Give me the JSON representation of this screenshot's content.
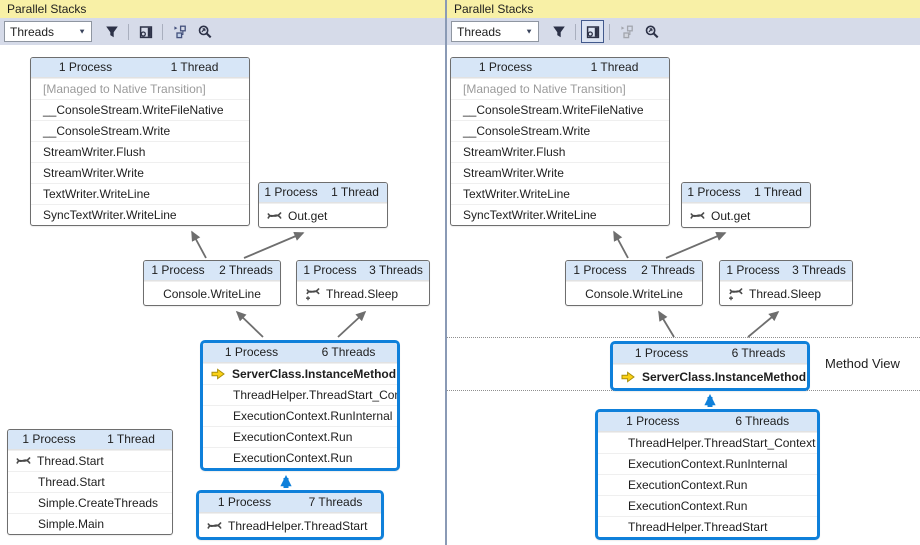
{
  "colors": {
    "highlight_blue": "#0f80da",
    "title_bar_yellow": "#f8f0a6",
    "toolbar_gray_blue": "#d6dbe9",
    "box_header_blue": "#d7e6f7",
    "arrow_gray": "#6e6e6e"
  },
  "panels": [
    {
      "title": "Parallel Stacks",
      "toolbar": {
        "view_combo": {
          "value": "Threads"
        },
        "buttons": [
          {
            "name": "show-only-flagged",
            "icon": "funnel-icon",
            "pressed": false,
            "disabled": false,
            "separator_before": false
          },
          {
            "name": "toggle-method-view",
            "icon": "method-view-icon",
            "pressed": false,
            "disabled": false,
            "separator_before": true
          },
          {
            "name": "auto-scroll-to-current-frame",
            "icon": "auto-scroll-icon",
            "pressed": false,
            "disabled": false,
            "separator_before": true
          },
          {
            "name": "toggle-zoom-control",
            "icon": "magnifier-icon",
            "pressed": false,
            "disabled": false,
            "separator_before": false
          }
        ]
      },
      "boxes": [
        {
          "id": "topStack",
          "header_left": "1 Process",
          "header_right": "1 Thread",
          "highlighted": false,
          "rows": [
            {
              "text": "[Managed to Native Transition]",
              "dim": true
            },
            {
              "text": "__ConsoleStream.WriteFileNative"
            },
            {
              "text": "__ConsoleStream.Write"
            },
            {
              "text": "StreamWriter.Flush"
            },
            {
              "text": "StreamWriter.Write"
            },
            {
              "text": "TextWriter.WriteLine"
            },
            {
              "text": "SyncTextWriter.WriteLine"
            }
          ]
        },
        {
          "id": "outGet",
          "header_left": "1 Process",
          "header_right": "1 Thread",
          "highlighted": false,
          "rows": [
            {
              "text": "Out.get",
              "icon": "thread-icon"
            }
          ]
        },
        {
          "id": "consoleWriteLine",
          "header_left": "1 Process",
          "header_right": "2 Threads",
          "highlighted": false,
          "rows": [
            {
              "text": "Console.WriteLine",
              "center": true
            }
          ]
        },
        {
          "id": "threadSleep",
          "header_left": "1 Process",
          "header_right": "3 Threads",
          "highlighted": false,
          "rows": [
            {
              "text": "Thread.Sleep",
              "icon": "thread-sleep-icon"
            }
          ]
        },
        {
          "id": "serverClass",
          "header_left": "1 Process",
          "header_right": "6 Threads",
          "highlighted": true,
          "rows": [
            {
              "text": "ServerClass.InstanceMethod",
              "icon": "current-frame-icon",
              "bold": true
            },
            {
              "text": "ThreadHelper.ThreadStart_Context",
              "indent": true
            },
            {
              "text": "ExecutionContext.RunInternal",
              "indent": true
            },
            {
              "text": "ExecutionContext.Run",
              "indent": true
            },
            {
              "text": "ExecutionContext.Run",
              "indent": true
            }
          ]
        },
        {
          "id": "mainThread",
          "header_left": "1 Process",
          "header_right": "1 Thread",
          "highlighted": false,
          "rows": [
            {
              "text": "Thread.Start",
              "icon": "thread-icon"
            },
            {
              "text": "Thread.Start",
              "indent": true
            },
            {
              "text": "Simple.CreateThreads",
              "indent": true
            },
            {
              "text": "Simple.Main",
              "indent": true
            }
          ]
        },
        {
          "id": "threadStart",
          "header_left": "1 Process",
          "header_right": "7 Threads",
          "highlighted": true,
          "rows": [
            {
              "text": "ThreadHelper.ThreadStart",
              "icon": "thread-icon"
            }
          ]
        }
      ]
    },
    {
      "title": "Parallel Stacks",
      "method_view_label": "Method View",
      "toolbar": {
        "view_combo": {
          "value": "Threads"
        },
        "buttons": [
          {
            "name": "show-only-flagged",
            "icon": "funnel-icon",
            "pressed": false,
            "disabled": false,
            "separator_before": false
          },
          {
            "name": "toggle-method-view",
            "icon": "method-view-icon",
            "pressed": true,
            "disabled": false,
            "separator_before": true
          },
          {
            "name": "auto-scroll-to-current-frame",
            "icon": "auto-scroll-icon",
            "pressed": false,
            "disabled": true,
            "separator_before": true
          },
          {
            "name": "toggle-zoom-control",
            "icon": "magnifier-icon",
            "pressed": false,
            "disabled": false,
            "separator_before": false
          }
        ]
      },
      "boxes": [
        {
          "id": "topStack",
          "header_left": "1 Process",
          "header_right": "1 Thread",
          "highlighted": false,
          "rows": [
            {
              "text": "[Managed to Native Transition]",
              "dim": true
            },
            {
              "text": "__ConsoleStream.WriteFileNative"
            },
            {
              "text": "__ConsoleStream.Write"
            },
            {
              "text": "StreamWriter.Flush"
            },
            {
              "text": "StreamWriter.Write"
            },
            {
              "text": "TextWriter.WriteLine"
            },
            {
              "text": "SyncTextWriter.WriteLine"
            }
          ]
        },
        {
          "id": "outGet",
          "header_left": "1 Process",
          "header_right": "1 Thread",
          "highlighted": false,
          "rows": [
            {
              "text": "Out.get",
              "icon": "thread-icon"
            }
          ]
        },
        {
          "id": "consoleWriteLine",
          "header_left": "1 Process",
          "header_right": "2 Threads",
          "highlighted": false,
          "rows": [
            {
              "text": "Console.WriteLine",
              "center": true
            }
          ]
        },
        {
          "id": "threadSleep",
          "header_left": "1 Process",
          "header_right": "3 Threads",
          "highlighted": false,
          "rows": [
            {
              "text": "Thread.Sleep",
              "icon": "thread-sleep-icon"
            }
          ]
        },
        {
          "id": "methodBox",
          "header_left": "1 Process",
          "header_right": "6 Threads",
          "highlighted": true,
          "rows": [
            {
              "text": "ServerClass.InstanceMethod",
              "icon": "current-frame-icon",
              "bold": true
            }
          ]
        },
        {
          "id": "bottomStack",
          "header_left": "1 Process",
          "header_right": "6 Threads",
          "highlighted": true,
          "rows": [
            {
              "text": "ThreadHelper.ThreadStart_Context",
              "indent": true
            },
            {
              "text": "ExecutionContext.RunInternal",
              "indent": true
            },
            {
              "text": "ExecutionContext.Run",
              "indent": true
            },
            {
              "text": "ExecutionContext.Run",
              "indent": true
            },
            {
              "text": "ThreadHelper.ThreadStart",
              "indent": true
            }
          ]
        }
      ]
    }
  ]
}
